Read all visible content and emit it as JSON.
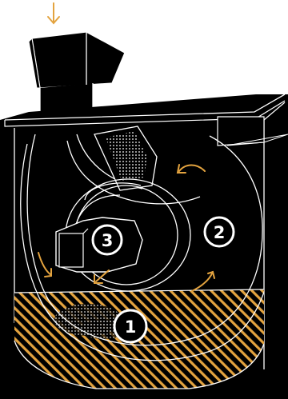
{
  "diagram": {
    "markers": [
      {
        "id": "marker-1",
        "label": "1"
      },
      {
        "id": "marker-2",
        "label": "2"
      },
      {
        "id": "marker-3",
        "label": "3"
      }
    ]
  },
  "colors": {
    "background": "#ffffff",
    "body": "#000000",
    "lines": "#ffffff",
    "accent": "#e3a33f"
  },
  "icons": {
    "feed-arrow": "arrow-down-icon",
    "rotation-arrows": "curved-arrow-icon"
  }
}
